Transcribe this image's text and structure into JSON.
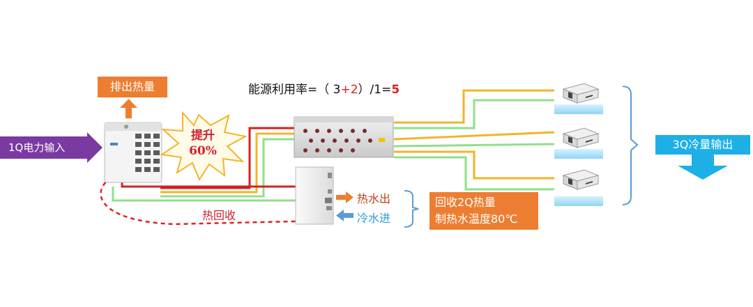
{
  "inputs": {
    "power_input": "1Q电力输入"
  },
  "outdoor_unit": {
    "exhaust_label": "排出热量",
    "boost_line1": "提升",
    "boost_line2": "60%"
  },
  "efficiency": {
    "prefix": "能源利用率=（ 3",
    "plus": "+2",
    "middle": "）/1=",
    "result": "5"
  },
  "water_heater": {
    "hot_out": "热水出",
    "cold_in": "冷水进",
    "heat_recovery": "热回收",
    "recovery_line1": "回收2Q热量",
    "recovery_line2": "制热水温度80℃"
  },
  "outputs": {
    "cooling_output": "3Q冷量输出"
  },
  "colors": {
    "power": "#7a3aa1",
    "exhaust": "#ed7d31",
    "pipe_red": "#d4201f",
    "pipe_yellow": "#f3b428",
    "pipe_green": "#8fe08a",
    "cooling": "#1cb0e6",
    "bracket": "#5b9bd5",
    "dashed_recovery": "#e02020"
  }
}
